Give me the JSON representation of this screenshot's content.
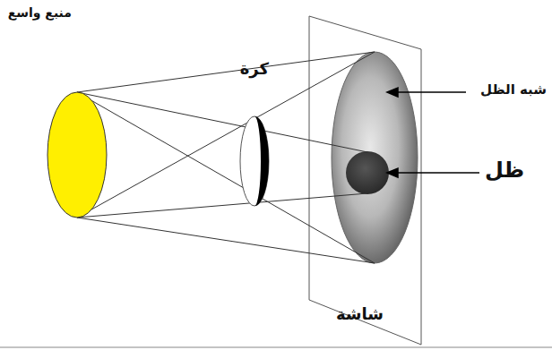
{
  "diagram": {
    "labels": [
      "منبع واسع",
      "كرة",
      "شبه الظل",
      "ظل",
      "شاشة"
    ]
  }
}
